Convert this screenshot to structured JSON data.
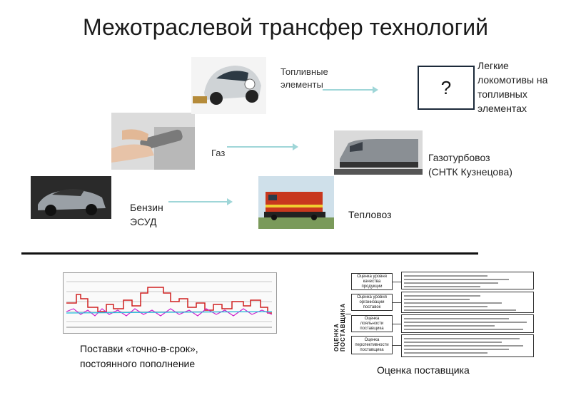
{
  "title": "Межотраслевой трансфер технологий",
  "labels": {
    "fuel_cells": "Топливные элементы",
    "gas": "Газ",
    "petrol_line1": "Бензин",
    "petrol_line2": "ЭСУД",
    "light_loco": "Легкие локомотивы на топливных элементах",
    "gasturbine_line1": "Газотурбовоз",
    "gasturbine_line2": "(СНТК Кузнецова)",
    "diesel_loco": "Тепловоз",
    "question": "?"
  },
  "captions": {
    "supply_line1": "Поставки «точно-в-срок»,",
    "supply_line2": "постоянного пополнение",
    "supplier_eval": "Оценка поставщика"
  },
  "supplier_tree": {
    "root": "ОЦЕНКА ПОСТАВЩИКА",
    "nodes": [
      "Оценка уровня качества продукции",
      "Оценка уровня организации поставок",
      "Оценка лояльности поставщика",
      "Оценка перспективности поставщика"
    ]
  },
  "colors": {
    "arrow": "#9fd6d8",
    "qbox_border": "#1c2a3a",
    "chart_red": "#d02020",
    "chart_magenta": "#cc22cc",
    "chart_cyan": "#22bbdd"
  },
  "icons": [
    "car-photo",
    "fuel-nozzle-photo",
    "hydrogen-car-photo",
    "diesel-locomotive-photo",
    "gas-turbine-locomotive-photo"
  ]
}
